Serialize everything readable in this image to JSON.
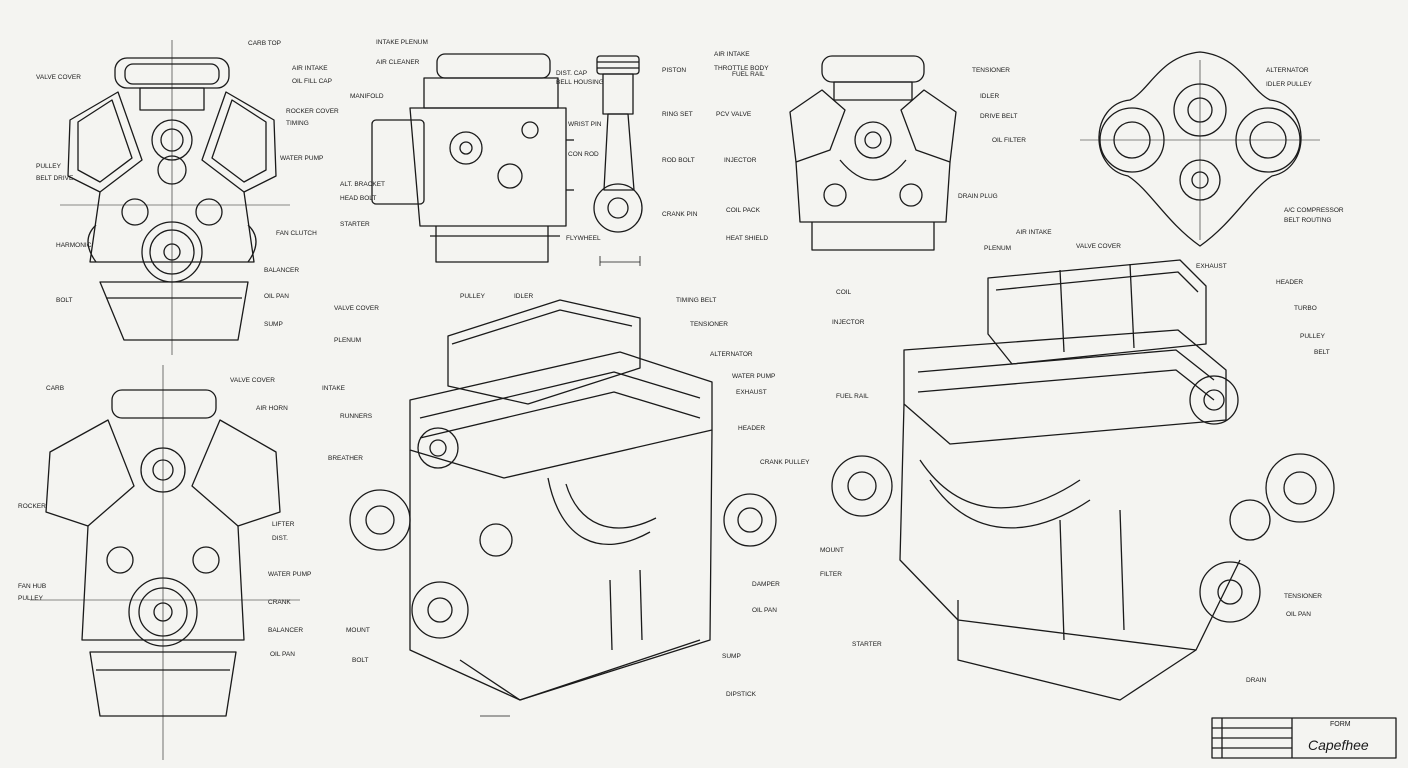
{
  "sheet": {
    "paper_color": "#f4f4f1",
    "ink_color": "#1a1a1a",
    "title_block": {
      "label": "FORM",
      "signature": "Capefhee"
    }
  },
  "views": [
    {
      "id": "front-top",
      "labels": [
        "CARB TOP",
        "VALVE COVER",
        "AIR INTAKE",
        "OIL FILL CAP",
        "ROCKER COVER",
        "TIMING",
        "WATER PUMP",
        "PULLEY",
        "BELT DRIVE",
        "FAN CLUTCH",
        "HARMONIC",
        "BALANCER",
        "OIL PAN",
        "BOLT",
        "SUMP"
      ]
    },
    {
      "id": "side-elevation",
      "labels": [
        "INTAKE PLENUM",
        "AIR CLEANER",
        "MANIFOLD",
        "ALT. BRACKET",
        "HEAD BOLT",
        "STARTER",
        "FLYWHEEL",
        "DIST. CAP",
        "BELL HOUSING"
      ]
    },
    {
      "id": "piston-detail",
      "labels": [
        "PISTON",
        "RING SET",
        "WRIST PIN",
        "CON ROD",
        "ROD BOLT",
        "CRANK PIN"
      ]
    },
    {
      "id": "front-right",
      "labels": [
        "AIR INTAKE",
        "THROTTLE BODY",
        "FUEL RAIL",
        "PCV VALVE",
        "INJECTOR",
        "COIL PACK",
        "HEAT SHIELD",
        "TENSIONER",
        "IDLER",
        "DRIVE BELT",
        "OIL FILTER",
        "DRAIN PLUG"
      ]
    },
    {
      "id": "belt-layout",
      "labels": [
        "ALTERNATOR",
        "IDLER PULLEY",
        "A/C COMPRESSOR",
        "BELT ROUTING"
      ]
    },
    {
      "id": "front-lower",
      "labels": [
        "CARB",
        "VALVE COVER",
        "AIR HORN",
        "ROCKER",
        "LIFTER",
        "DIST.",
        "WATER PUMP",
        "FAN HUB",
        "PULLEY",
        "CRANK",
        "BALANCER",
        "OIL PAN"
      ]
    },
    {
      "id": "iso-center",
      "labels": [
        "VALVE COVER",
        "PLENUM",
        "INTAKE",
        "RUNNERS",
        "BREATHER",
        "PULLEY",
        "IDLER",
        "TIMING BELT",
        "TENSIONER",
        "ALTERNATOR",
        "WATER PUMP",
        "EXHAUST",
        "HEADER",
        "CRANK PULLEY",
        "DAMPER",
        "OIL PAN",
        "SUMP",
        "DIPSTICK",
        "MOUNT",
        "BOLT"
      ]
    },
    {
      "id": "iso-right",
      "labels": [
        "PLENUM",
        "AIR INTAKE",
        "VALVE COVER",
        "COIL",
        "INJECTOR",
        "FUEL RAIL",
        "EXHAUST",
        "HEADER",
        "TURBO",
        "PULLEY",
        "BELT",
        "TENSIONER",
        "OIL PAN",
        "MOUNT",
        "FILTER",
        "STARTER",
        "DRAIN"
      ]
    }
  ]
}
